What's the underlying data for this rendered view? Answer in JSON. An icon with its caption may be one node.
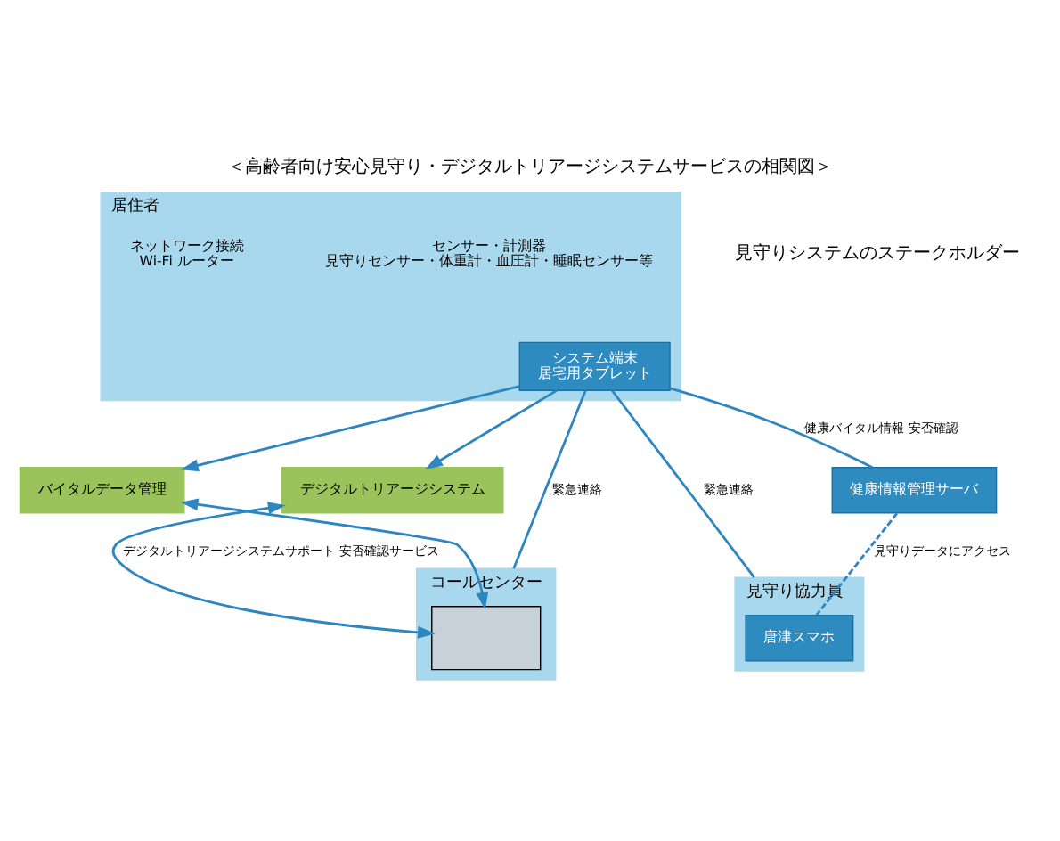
{
  "diagram": {
    "title": "＜高齢者向け安心見守り・デジタルトリアージシステムサービスの相関図＞",
    "nodes": [
      {
        "text": [
          "居住者"
        ]
      },
      {
        "text": [
          "システム端末",
          "居宅用タブレット"
        ],
        "in": 0
      },
      {
        "text": [
          "センサー・計測器",
          "見守りセンサー・体重計・血圧計・睡眠センサー等"
        ],
        "in": 0
      },
      {
        "text": [
          "ネットワーク接続",
          "Wi-Fi ルーター"
        ],
        "in": 0
      },
      {
        "text": [
          "デジタルトリアージシステム"
        ]
      },
      {
        "text": [
          "バイタルデータ管理"
        ]
      },
      {
        "text": [
          "健康情報管理サーバ"
        ]
      },
      {
        "text": [
          "コールセンター"
        ]
      },
      {
        "text": [],
        "shape": "box",
        "in": 7
      },
      {
        "text": [
          "見守り協力員"
        ]
      },
      {
        "text": [
          "唐津スマホ"
        ],
        "in": 9
      }
    ],
    "edges": [
      {
        "from": 1,
        "to": 4,
        "arrow": "to"
      },
      {
        "from": 1,
        "to": 5,
        "arrow": "to"
      },
      {
        "from": 1,
        "to": 7,
        "arrow": "none",
        "label": "緊急連絡"
      },
      {
        "from": 1,
        "to": 9,
        "arrow": "none",
        "label": "緊急連絡"
      },
      {
        "from": 1,
        "to": 6,
        "arrow": "none",
        "label": "健康バイタル情報 安否確認"
      },
      {
        "from": 8,
        "to": 4,
        "arrow": "both",
        "label": "デジタルトリアージシステムサポート 安否確認サービス"
      },
      {
        "from": 8,
        "to": 5,
        "arrow": "both"
      },
      {
        "from": 6,
        "to": 10,
        "arrow": "none",
        "style": "dashed",
        "label": "見守りデータにアクセス"
      }
    ],
    "labels": [
      "見守りシステムのステークホルダー"
    ]
  }
}
